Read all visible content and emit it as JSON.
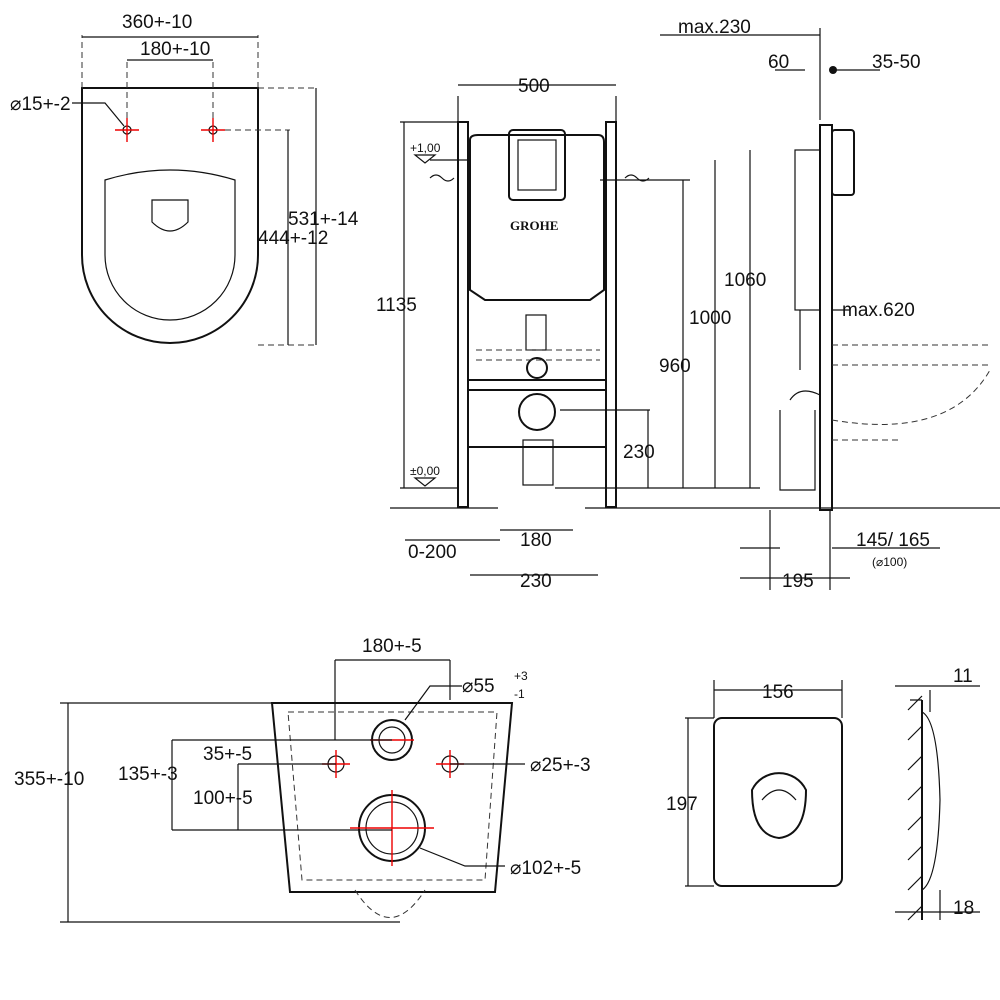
{
  "seat_view": {
    "width": "360+-10",
    "hole_spacing": "180+-10",
    "hole_diameter": "⌀15+-2",
    "length_outer": "531+-14",
    "length_inner": "444+-12"
  },
  "frame_view": {
    "width": "500",
    "height": "1135",
    "level_top": "+1,00",
    "level_zero": "±0,00",
    "h1000": "1000",
    "h1060": "1060",
    "h960": "960",
    "h230": "230",
    "adjust": "0-200",
    "w180": "180",
    "w230": "230",
    "logo": "GROHE"
  },
  "side_view": {
    "max230": "max.230",
    "d60": "60",
    "d35_50": "35-50",
    "max620": "max.620",
    "d145_165": "145/ 165",
    "d100": "(⌀100)",
    "d195": "195"
  },
  "bowl_view": {
    "spacing": "180+-5",
    "d55": "⌀55",
    "d55_plus": "+3",
    "d55_minus": "-1",
    "d35": "35+-5",
    "d135": "135+-3",
    "d100": "100+-5",
    "length": "355+-10",
    "d25": "⌀25+-3",
    "d102": "⌀102+-5"
  },
  "plate_view": {
    "width": "156",
    "height": "197",
    "depth_top": "11",
    "depth_bottom": "18"
  }
}
